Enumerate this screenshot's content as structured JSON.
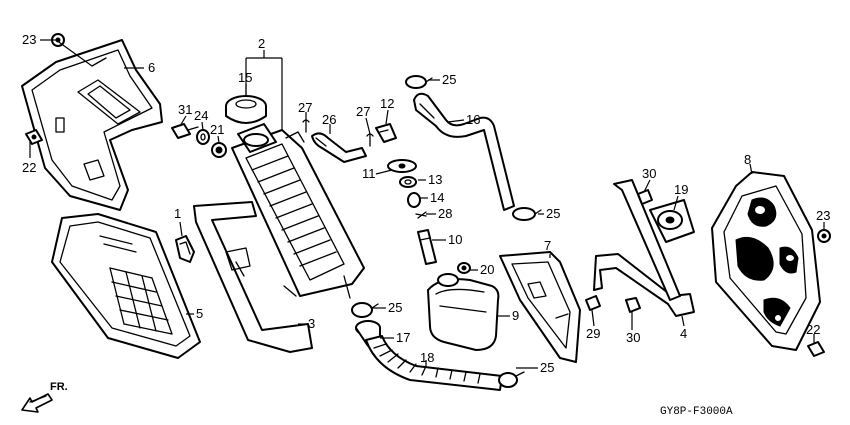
{
  "callouts": [
    "23",
    "6",
    "22",
    "2",
    "15",
    "31",
    "24",
    "21",
    "27",
    "26",
    "27",
    "12",
    "25",
    "16",
    "11",
    "13",
    "14",
    "28",
    "10",
    "20",
    "25",
    "1",
    "5",
    "3",
    "25",
    "17",
    "18",
    "9",
    "25",
    "7",
    "29",
    "4",
    "30",
    "19",
    "8",
    "23",
    "30",
    "22"
  ],
  "direction_label": "FR.",
  "diagram_code": "GY8P-F3000A"
}
